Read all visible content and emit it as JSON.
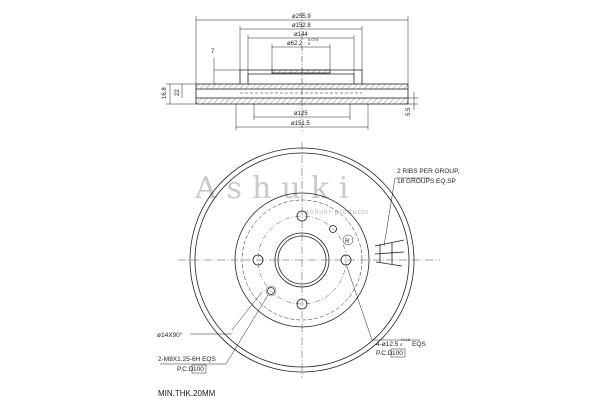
{
  "drawing": {
    "section": {
      "dims_top": [
        "ø255.9",
        "ø152.8",
        "ø144",
        "ø62.2"
      ],
      "tol_622": "0.074",
      "tol_622_low": "0",
      "dim_7": "7",
      "dims_left": [
        "16.8",
        "22"
      ],
      "dims_bottom": [
        "ø125",
        "ø151.5"
      ],
      "dim_right": "5.5"
    },
    "front": {
      "rib_note": [
        "2 RIBS PER GROUP,",
        "18 GROUPS EQ.SP"
      ],
      "hole_note_4": "4-ø12.5",
      "hole_tol_4": "+0.15",
      "hole_tol_4_low": "0",
      "hole_eqs": "EQS",
      "pcd_label": "P.C.D",
      "pcd_4": "100",
      "chamfer": "ø14X90°",
      "thread_note": "2-M8X1.25-6H EQS",
      "pcd_2": "100",
      "r_label": "R",
      "min_thk": "MIN.THK.20MM"
    },
    "watermark": {
      "brand": "Ashuki",
      "brand_sub": "ashuki-products"
    }
  }
}
